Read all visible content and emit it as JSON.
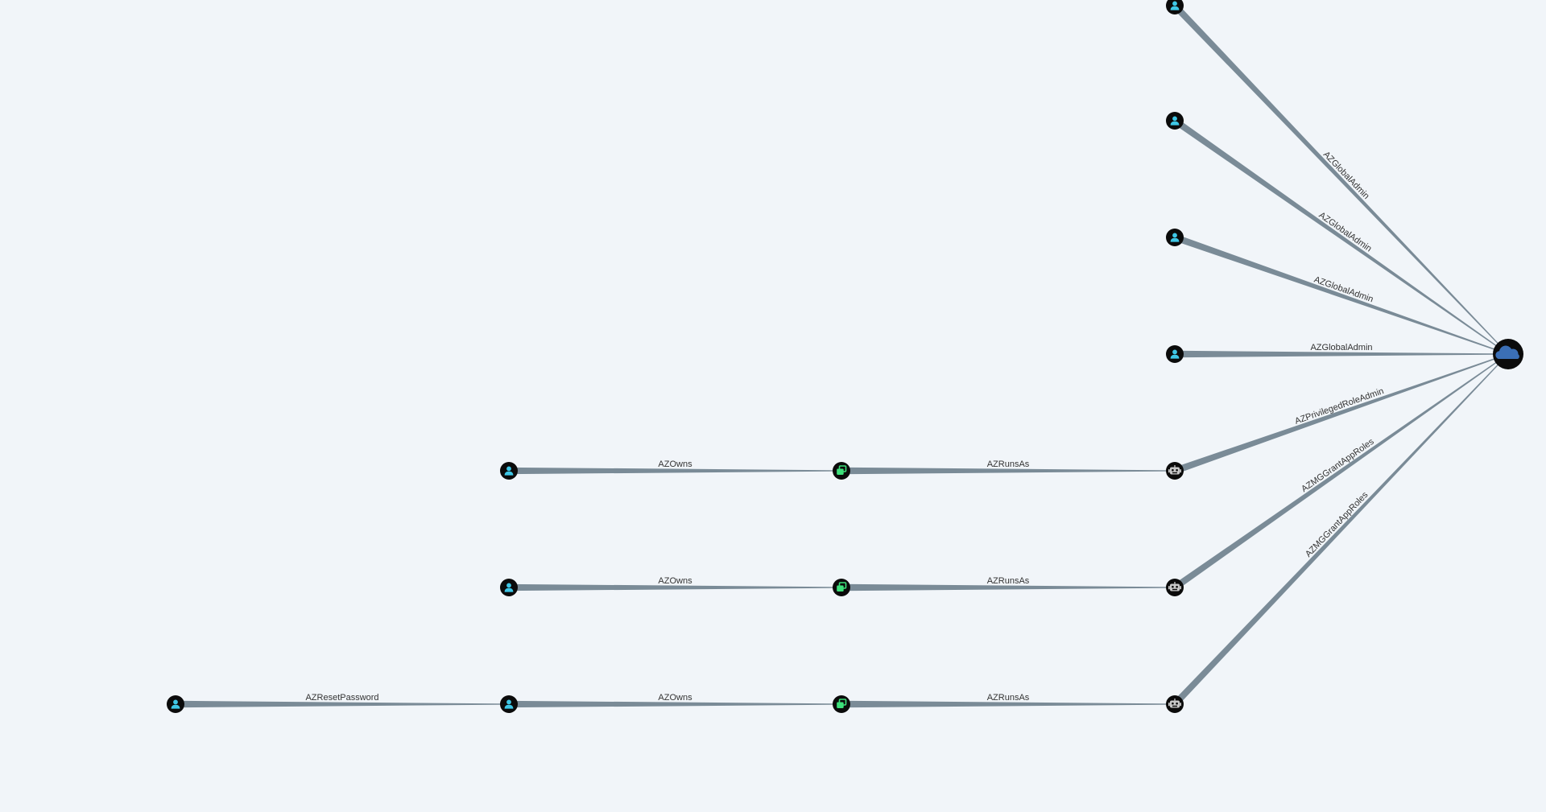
{
  "colors": {
    "background": "#f1f5f9",
    "edge": "#7a8b97",
    "node_fill": "#0b0b0b",
    "user_icon": "#3ec7e6",
    "automation_icon": "#3de07a",
    "service_principal_icon": "#c8c8c8",
    "tenant_icon": "#3b6fb6",
    "label": "#333333"
  },
  "nodes": [
    {
      "id": "u1",
      "kind": "user",
      "icon": "user-icon"
    },
    {
      "id": "u2",
      "kind": "user",
      "icon": "user-icon"
    },
    {
      "id": "u3",
      "kind": "user",
      "icon": "user-icon"
    },
    {
      "id": "u4",
      "kind": "user",
      "icon": "user-icon"
    },
    {
      "id": "sp1",
      "kind": "service-principal",
      "icon": "robot-icon"
    },
    {
      "id": "sp2",
      "kind": "service-principal",
      "icon": "robot-icon"
    },
    {
      "id": "sp3",
      "kind": "service-principal",
      "icon": "robot-icon"
    },
    {
      "id": "aa1",
      "kind": "automation-account",
      "icon": "automation-account-icon"
    },
    {
      "id": "aa2",
      "kind": "automation-account",
      "icon": "automation-account-icon"
    },
    {
      "id": "aa3",
      "kind": "automation-account",
      "icon": "automation-account-icon"
    },
    {
      "id": "ow1",
      "kind": "user",
      "icon": "user-icon"
    },
    {
      "id": "ow2",
      "kind": "user",
      "icon": "user-icon"
    },
    {
      "id": "ow3",
      "kind": "user",
      "icon": "user-icon"
    },
    {
      "id": "src",
      "kind": "user",
      "icon": "user-icon"
    },
    {
      "id": "tenant",
      "kind": "tenant",
      "icon": "cloud-icon"
    }
  ],
  "edges": [
    {
      "from": "u1",
      "to": "tenant",
      "label": "AZGlobalAdmin"
    },
    {
      "from": "u2",
      "to": "tenant",
      "label": "AZGlobalAdmin"
    },
    {
      "from": "u3",
      "to": "tenant",
      "label": "AZGlobalAdmin"
    },
    {
      "from": "u4",
      "to": "tenant",
      "label": "AZGlobalAdmin"
    },
    {
      "from": "sp1",
      "to": "tenant",
      "label": "AZPrivilegedRoleAdmin"
    },
    {
      "from": "sp2",
      "to": "tenant",
      "label": "AZMGGrantAppRoles"
    },
    {
      "from": "sp3",
      "to": "tenant",
      "label": "AZMGGrantAppRoles"
    },
    {
      "from": "ow1",
      "to": "aa1",
      "label": "AZOwns"
    },
    {
      "from": "aa1",
      "to": "sp1",
      "label": "AZRunsAs"
    },
    {
      "from": "ow2",
      "to": "aa2",
      "label": "AZOwns"
    },
    {
      "from": "aa2",
      "to": "sp2",
      "label": "AZRunsAs"
    },
    {
      "from": "src",
      "to": "ow3",
      "label": "AZResetPassword"
    },
    {
      "from": "ow3",
      "to": "aa3",
      "label": "AZOwns"
    },
    {
      "from": "aa3",
      "to": "sp3",
      "label": "AZRunsAs"
    }
  ]
}
